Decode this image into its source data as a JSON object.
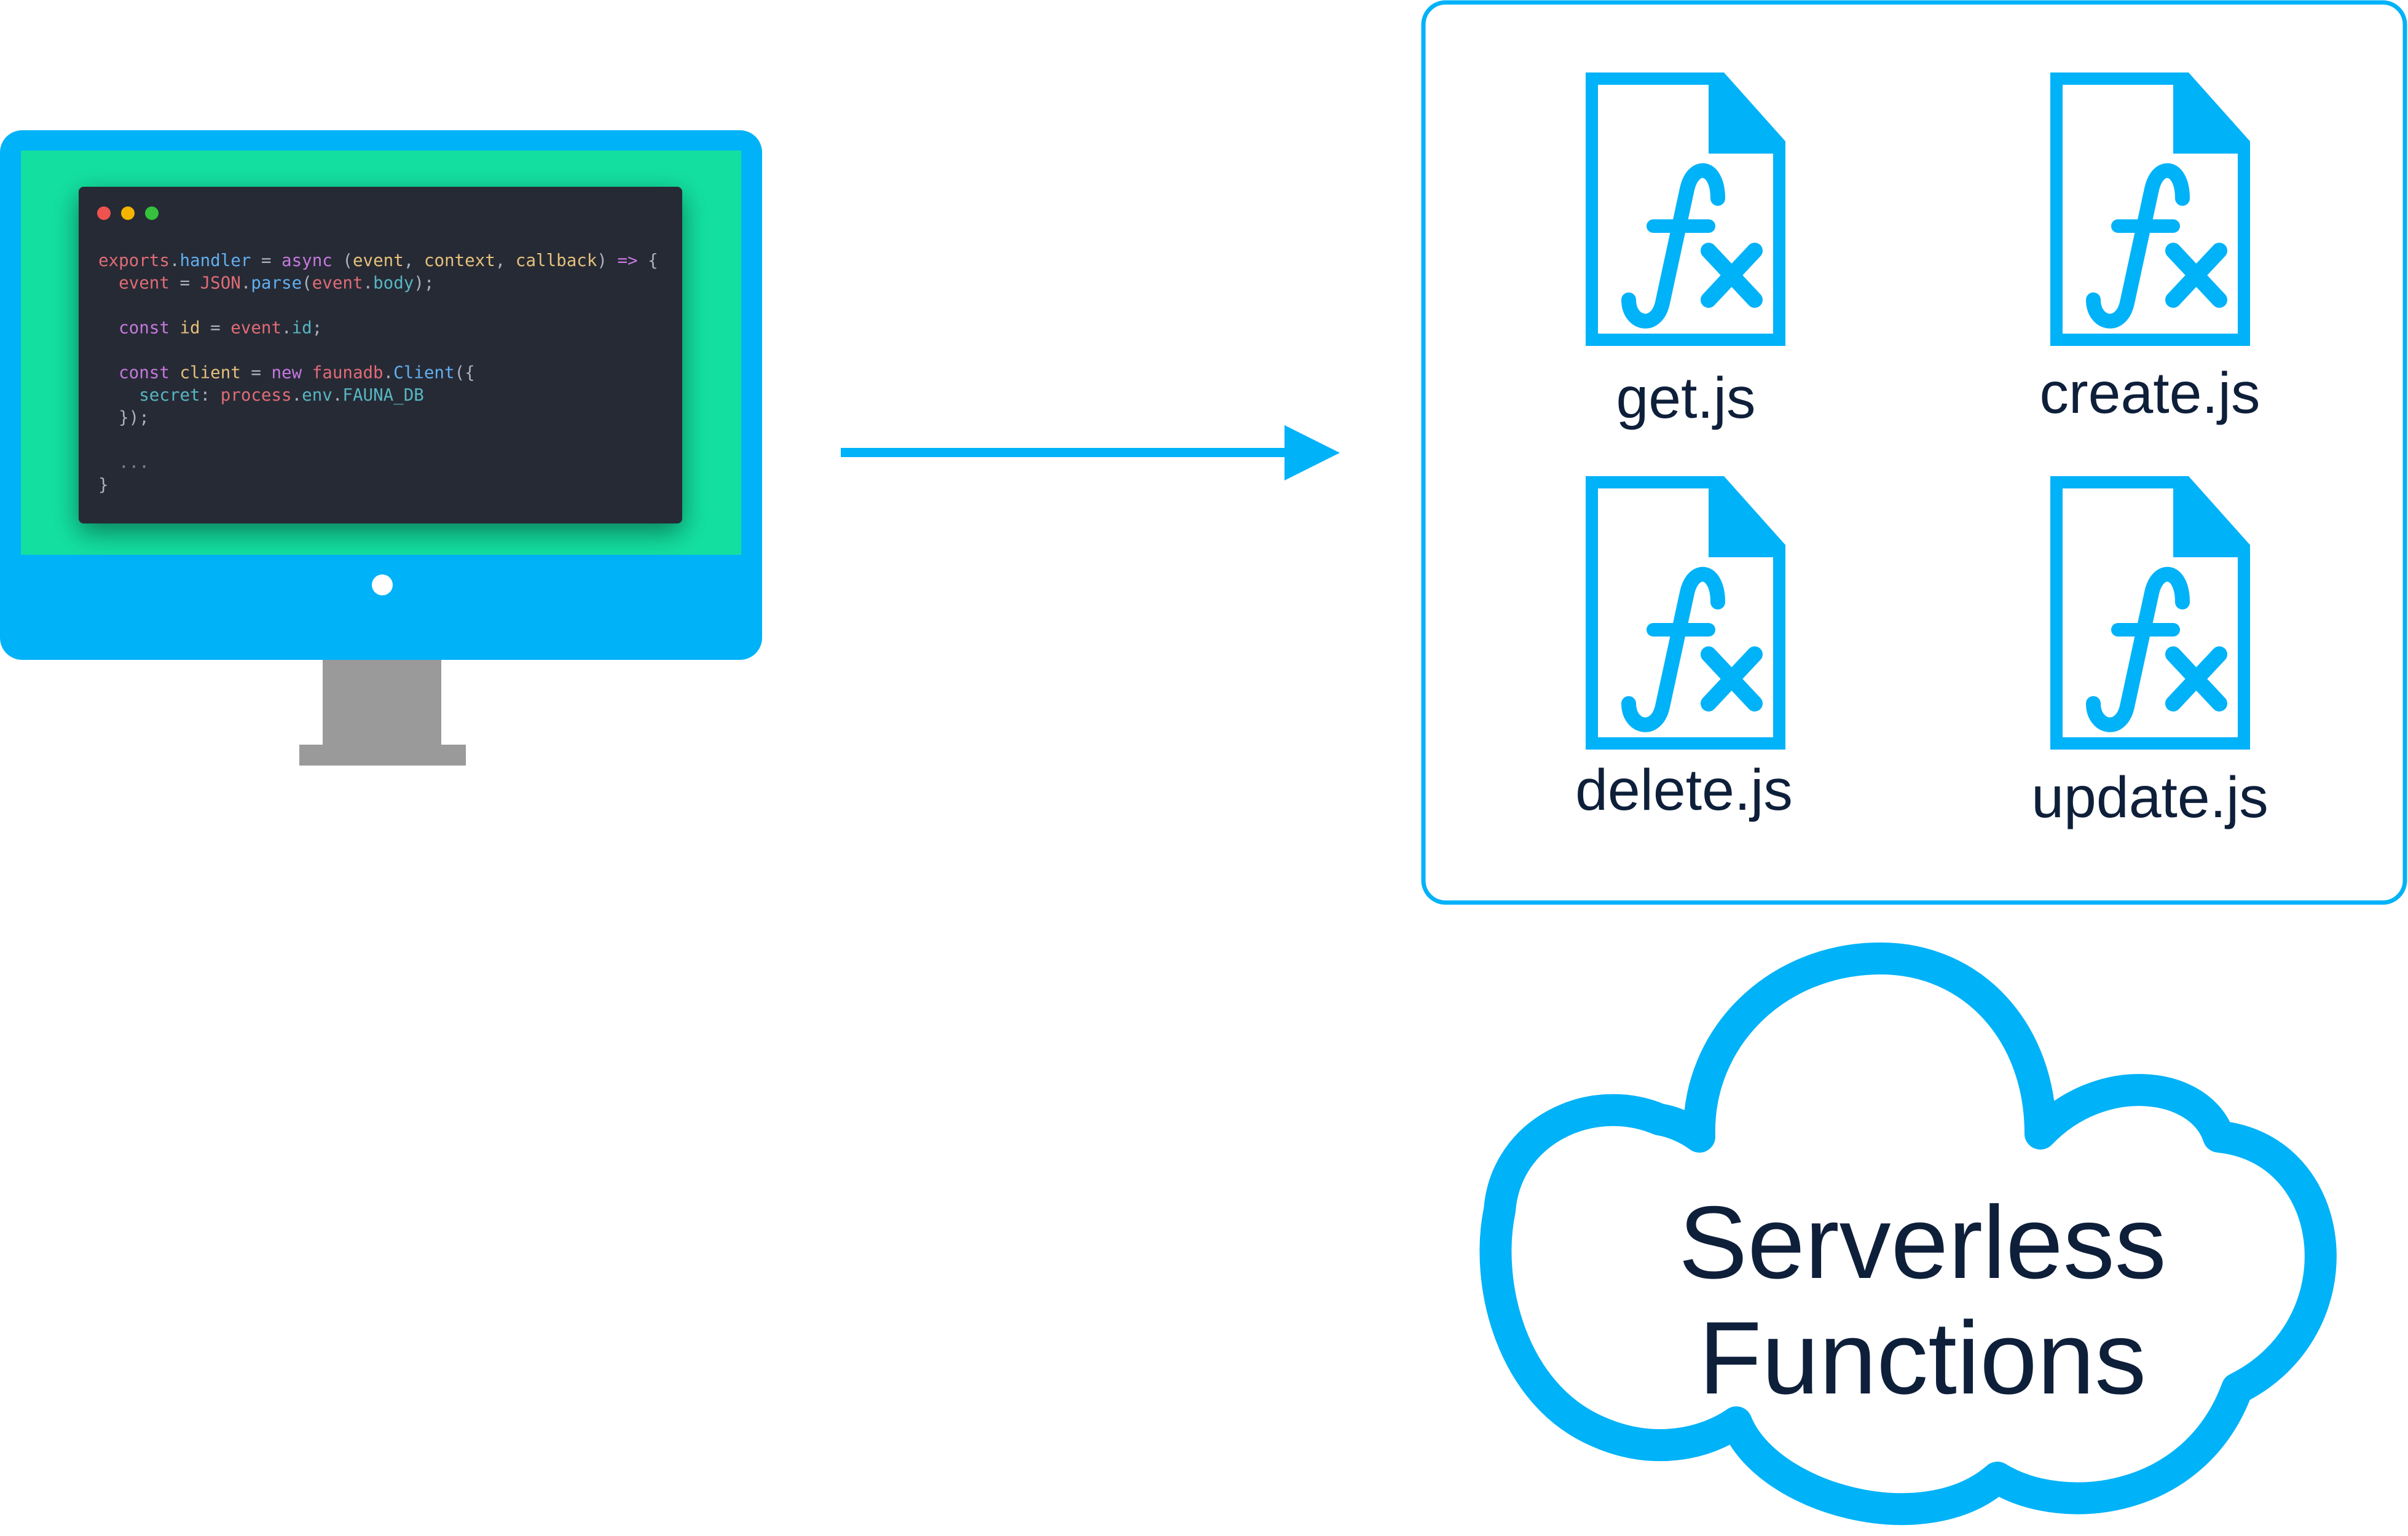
{
  "colors": {
    "accent": "#00b2f8",
    "label": "#0e1f3a",
    "screen_bg": "#13e0a0",
    "editor_bg": "#282c34",
    "stand": "#9a9a9a",
    "dot_red": "#ef5350",
    "dot_yellow": "#f4b400",
    "dot_green": "#35c13e"
  },
  "monitor": {
    "editor_dots": [
      "red",
      "yellow",
      "green"
    ],
    "code_lines": [
      [
        {
          "t": "exports",
          "c": "#e06c75"
        },
        {
          "t": ".",
          "c": "#abb2bf"
        },
        {
          "t": "handler",
          "c": "#61afef"
        },
        {
          "t": " = ",
          "c": "#abb2bf"
        },
        {
          "t": "async",
          "c": "#c678dd"
        },
        {
          "t": " (",
          "c": "#abb2bf"
        },
        {
          "t": "event",
          "c": "#e5c07b"
        },
        {
          "t": ", ",
          "c": "#abb2bf"
        },
        {
          "t": "context",
          "c": "#e5c07b"
        },
        {
          "t": ", ",
          "c": "#abb2bf"
        },
        {
          "t": "callback",
          "c": "#e5c07b"
        },
        {
          "t": ") ",
          "c": "#abb2bf"
        },
        {
          "t": "=>",
          "c": "#c678dd"
        },
        {
          "t": " {",
          "c": "#abb2bf"
        }
      ],
      [
        {
          "t": "  event",
          "c": "#e06c75"
        },
        {
          "t": " = ",
          "c": "#abb2bf"
        },
        {
          "t": "JSON",
          "c": "#e06c75"
        },
        {
          "t": ".",
          "c": "#abb2bf"
        },
        {
          "t": "parse",
          "c": "#61afef"
        },
        {
          "t": "(",
          "c": "#abb2bf"
        },
        {
          "t": "event",
          "c": "#e06c75"
        },
        {
          "t": ".",
          "c": "#abb2bf"
        },
        {
          "t": "body",
          "c": "#56b6c2"
        },
        {
          "t": ");",
          "c": "#abb2bf"
        }
      ],
      [],
      [
        {
          "t": "  const",
          "c": "#c678dd"
        },
        {
          "t": " id",
          "c": "#e5c07b"
        },
        {
          "t": " = ",
          "c": "#abb2bf"
        },
        {
          "t": "event",
          "c": "#e06c75"
        },
        {
          "t": ".",
          "c": "#abb2bf"
        },
        {
          "t": "id",
          "c": "#56b6c2"
        },
        {
          "t": ";",
          "c": "#abb2bf"
        }
      ],
      [],
      [
        {
          "t": "  const",
          "c": "#c678dd"
        },
        {
          "t": " client",
          "c": "#e5c07b"
        },
        {
          "t": " = ",
          "c": "#abb2bf"
        },
        {
          "t": "new",
          "c": "#c678dd"
        },
        {
          "t": " faunadb",
          "c": "#e06c75"
        },
        {
          "t": ".",
          "c": "#abb2bf"
        },
        {
          "t": "Client",
          "c": "#61afef"
        },
        {
          "t": "({",
          "c": "#abb2bf"
        }
      ],
      [
        {
          "t": "    secret",
          "c": "#56b6c2"
        },
        {
          "t": ": ",
          "c": "#abb2bf"
        },
        {
          "t": "process",
          "c": "#e06c75"
        },
        {
          "t": ".",
          "c": "#abb2bf"
        },
        {
          "t": "env",
          "c": "#56b6c2"
        },
        {
          "t": ".",
          "c": "#abb2bf"
        },
        {
          "t": "FAUNA_DB",
          "c": "#56b6c2"
        }
      ],
      [
        {
          "t": "  });",
          "c": "#abb2bf"
        }
      ],
      [],
      [
        {
          "t": "  ...",
          "c": "#7f848e"
        }
      ],
      [
        {
          "t": "}",
          "c": "#abb2bf"
        }
      ]
    ]
  },
  "files": [
    {
      "label": "get.js"
    },
    {
      "label": "create.js"
    },
    {
      "label": "delete.js"
    },
    {
      "label": "update.js"
    }
  ],
  "file_icon_glyph": "fx",
  "cloud": {
    "line1": "Serverless",
    "line2": "Functions"
  }
}
